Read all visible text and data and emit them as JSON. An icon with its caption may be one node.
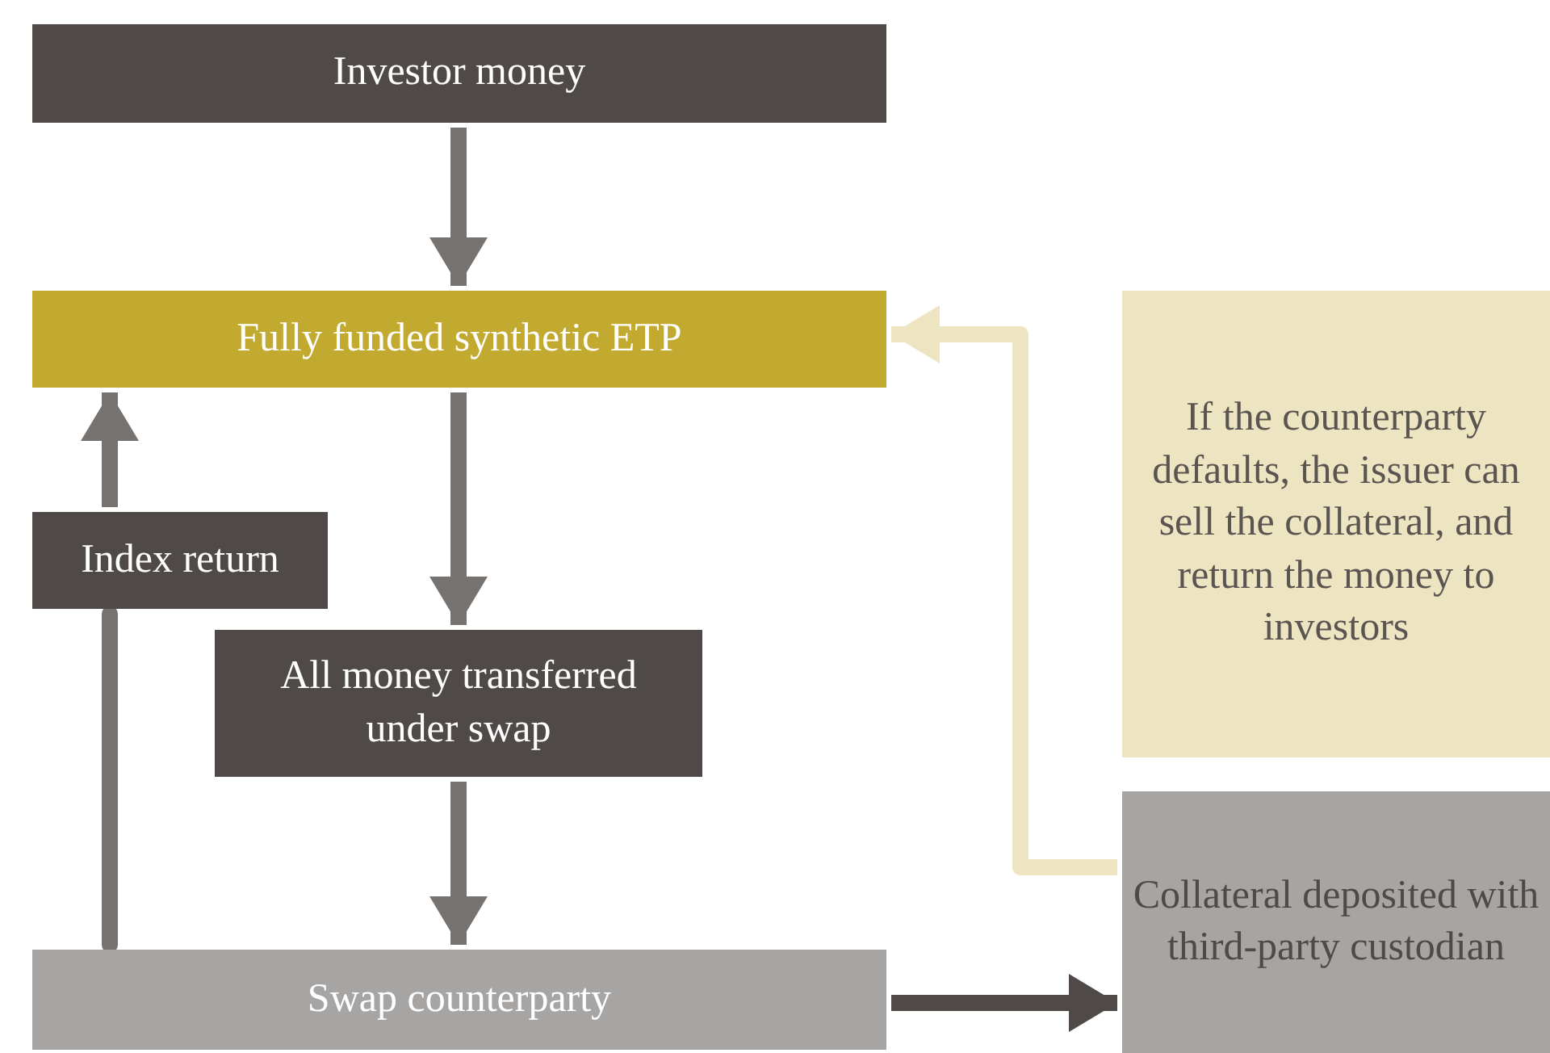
{
  "diagram": {
    "nodes": [
      {
        "text": [
          "Investor money"
        ]
      },
      {
        "text": [
          "Fully funded synthetic ETP"
        ]
      },
      {
        "text": [
          "Index return"
        ]
      },
      {
        "text": [
          "All money transferred under swap"
        ]
      },
      {
        "text": [
          "Swap counterparty"
        ]
      },
      {
        "text": [
          "If the counterparty defaults, the issuer can sell the collateral, and return the money to investors"
        ]
      },
      {
        "text": [
          "Collateral deposited with third-party custodian"
        ]
      }
    ],
    "edges": [
      {
        "from": 0,
        "to": 1,
        "arrow": "to"
      },
      {
        "from": 1,
        "to": 3,
        "arrow": "to"
      },
      {
        "from": 3,
        "to": 4,
        "arrow": "to"
      },
      {
        "from": 4,
        "to": 2,
        "arrow": "none"
      },
      {
        "from": 2,
        "to": 1,
        "arrow": "to"
      },
      {
        "from": 4,
        "to": 6,
        "arrow": "to",
        "color": "#4f4a47"
      },
      {
        "from": 6,
        "to": 1,
        "arrow": "to",
        "color": "#ede4c1"
      }
    ]
  }
}
